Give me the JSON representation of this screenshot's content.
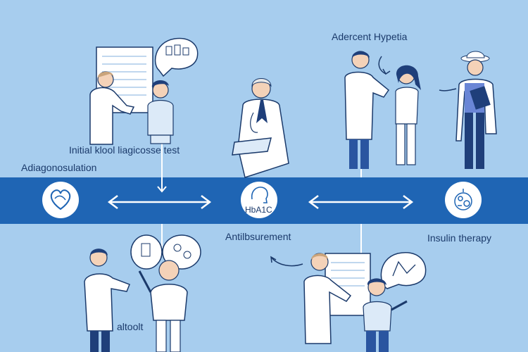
{
  "colors": {
    "background": "#a7cdee",
    "band": "#1f65b4",
    "ink": "#1b3a6b",
    "coat": "#ffffff",
    "skin": "#f4d2b8",
    "hair_dark": "#1f3f7a",
    "shirt_light": "#dceaf8",
    "pants": "#2a55a0"
  },
  "labels": {
    "top_right_title": "Adercent  Hypetia",
    "initial_test": "Initial  klool  liagicosse test",
    "adiagnosulation": "Adiagonosulation",
    "hba1c": "HbA1C",
    "antibsurement": "Antilbsurement",
    "insulin_therapy": "Insulin therapy",
    "bottom_left": "altoolt"
  },
  "icons": {
    "left_node": "heart-icon",
    "center_node": "head-profile-icon",
    "right_node": "brain-gears-icon",
    "arrows": "double-arrow-icon"
  }
}
